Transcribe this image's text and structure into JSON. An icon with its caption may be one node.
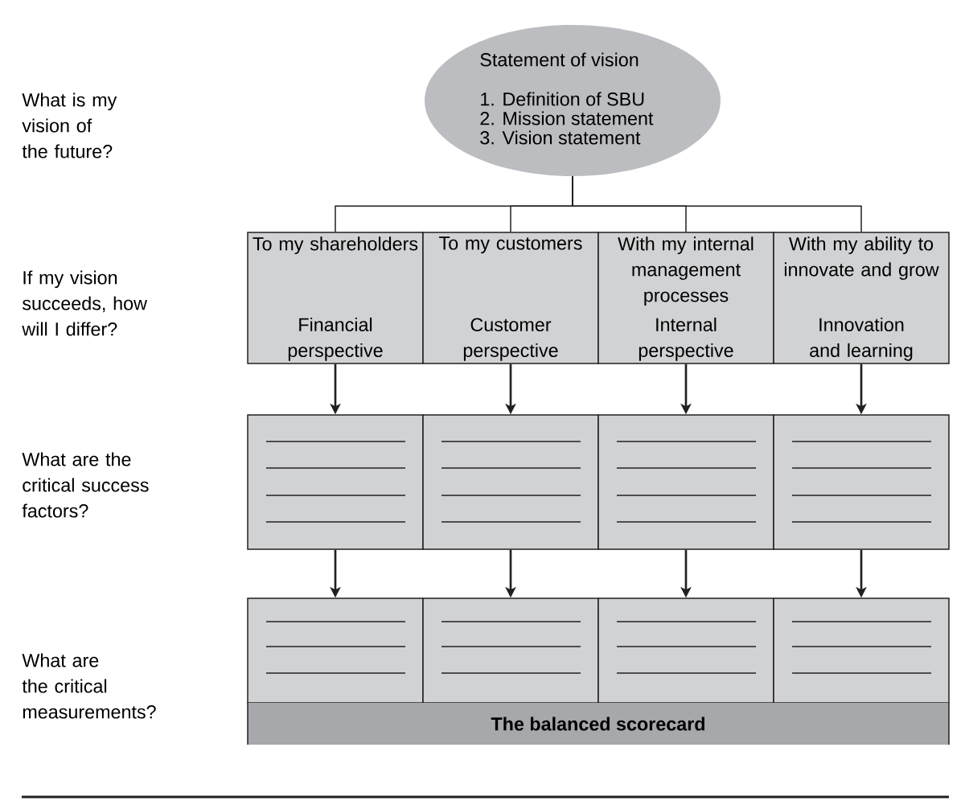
{
  "diagram": {
    "nodes": [
      {
        "text": [
          "Statement of vision",
          "1. Definition of SBU",
          "2. Mission statement",
          "3. Vision statement"
        ]
      },
      {
        "text": [
          "To my shareholders",
          "Financial perspective"
        ]
      },
      {
        "text": [
          "To my customers",
          "Customer perspective"
        ]
      },
      {
        "text": [
          "With my internal management processes",
          "Internal perspective"
        ]
      },
      {
        "text": [
          "With my ability to innovate and grow",
          "Innovation and learning"
        ]
      },
      {
        "text": [],
        "shape": "box"
      },
      {
        "text": [],
        "shape": "box"
      },
      {
        "text": [],
        "shape": "box"
      },
      {
        "text": [],
        "shape": "box"
      },
      {
        "text": [],
        "shape": "box"
      },
      {
        "text": [],
        "shape": "box"
      },
      {
        "text": [],
        "shape": "box"
      },
      {
        "text": [],
        "shape": "box"
      },
      {
        "text": [
          "The balanced scorecard"
        ]
      }
    ],
    "edges": [
      {
        "from": 0,
        "to": 1,
        "arrow": "none"
      },
      {
        "from": 0,
        "to": 2,
        "arrow": "none"
      },
      {
        "from": 0,
        "to": 3,
        "arrow": "none"
      },
      {
        "from": 0,
        "to": 4,
        "arrow": "none"
      },
      {
        "from": 1,
        "to": 5,
        "arrow": "to"
      },
      {
        "from": 2,
        "to": 6,
        "arrow": "to"
      },
      {
        "from": 3,
        "to": 7,
        "arrow": "to"
      },
      {
        "from": 4,
        "to": 8,
        "arrow": "to"
      },
      {
        "from": 5,
        "to": 9,
        "arrow": "to"
      },
      {
        "from": 6,
        "to": 10,
        "arrow": "to"
      },
      {
        "from": 7,
        "to": 11,
        "arrow": "to"
      },
      {
        "from": 8,
        "to": 12,
        "arrow": "to"
      }
    ],
    "labels": [
      "What is my vision of the future?",
      "If my vision succeeds, how will I differ?",
      "What are the critical success factors?",
      "What are the critical measurements?"
    ]
  }
}
